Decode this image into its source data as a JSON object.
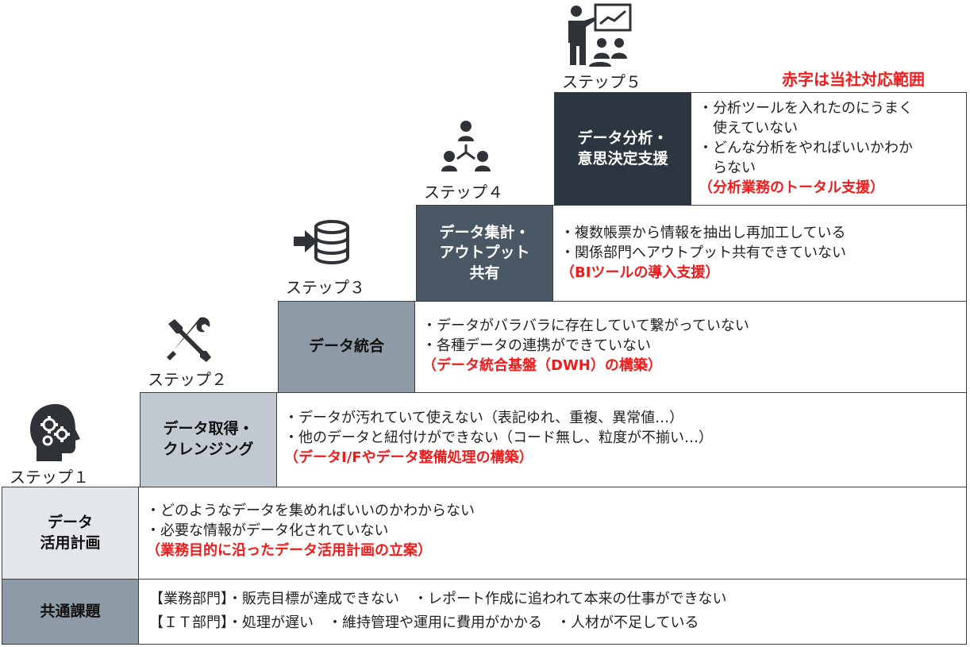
{
  "note": "赤字は当社対応範囲",
  "steps": [
    {
      "step_label": "ステップ１",
      "icon": "head-gears-icon",
      "title_lines": [
        "データ",
        "活用計画"
      ],
      "bullets": [
        "・どのようなデータを集めればいいのかわからない",
        "・必要な情報がデータ化されていない"
      ],
      "support": "（業務目的に沿ったデータ活用計画の立案）"
    },
    {
      "step_label": "ステップ２",
      "icon": "tools-icon",
      "title_lines": [
        "データ取得・",
        "クレンジング"
      ],
      "bullets": [
        "・データが汚れていて使えない（表記ゆれ、重複、異常値…）",
        "・他のデータと紐付けができない（コード無し、粒度が不揃い…）"
      ],
      "support": "（データI/Fやデータ整備処理の構築）"
    },
    {
      "step_label": "ステップ３",
      "icon": "database-import-icon",
      "title_lines": [
        "データ統合"
      ],
      "bullets": [
        "・データがバラバラに存在していて繋がっていない",
        "・各種データの連携ができていない"
      ],
      "support": "（データ統合基盤（DWH）の構築）"
    },
    {
      "step_label": "ステップ４",
      "icon": "people-share-icon",
      "title_lines": [
        "データ集計・",
        "アウトプット",
        "共有"
      ],
      "bullets": [
        "・複数帳票から情報を抽出し再加工している",
        "・関係部門へアウトプット共有できていない"
      ],
      "support": "（BIツールの導入支援）"
    },
    {
      "step_label": "ステップ５",
      "icon": "presentation-icon",
      "title_lines": [
        "データ分析・",
        "意思決定支援"
      ],
      "bullets": [
        "・分析ツールを入れたのにうまく",
        "　使えていない",
        "・どんな分析をやればいいかわか",
        "　らない"
      ],
      "support": "（分析業務のトータル支援）"
    }
  ],
  "common": {
    "title": "共通課題",
    "lines": [
      "【業務部門】・販売目標が達成できない　・レポート作成に追われて本来の仕事ができない",
      "【ＩＴ部門】・処理が遅い　・維持管理や運用に費用がかかる　・人材が不足している"
    ]
  },
  "colors": {
    "step1_label_bg": "#e3e6ea",
    "step2_label_bg": "#c2c9d0",
    "step3_label_bg": "#8e9aa6",
    "step4_label_bg": "#4a5866",
    "step5_label_bg": "#2c3640",
    "common_label_bg": "#8e9aa6",
    "support_red": "#ee1c1c",
    "icon_dark": "#2f3338"
  }
}
